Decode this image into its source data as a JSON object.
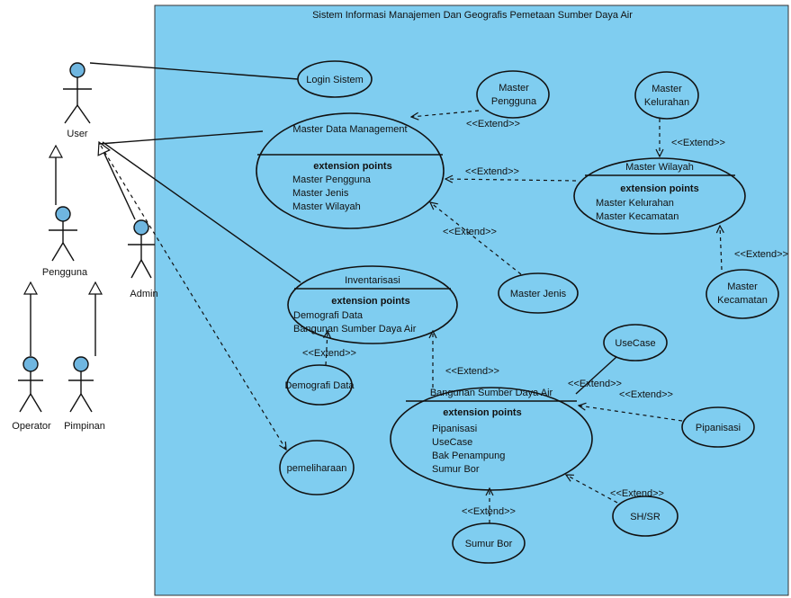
{
  "colors": {
    "system_bg": "#7fcdf0",
    "actor_head": "#6fb6e0"
  },
  "system": {
    "title": "Sistem Informasi Manajemen Dan Geografis Pemetaan Sumber Daya Air"
  },
  "actors": {
    "user": "User",
    "pengguna": "Pengguna",
    "admin": "Admin",
    "operator": "Operator",
    "pimpinan": "Pimpinan"
  },
  "extension_points_heading": "extension points",
  "extend_label": "<<Extend>>",
  "usecases": {
    "login": "Login Sistem",
    "master_data_management": {
      "name": "Master Data Management",
      "points": [
        "Master Pengguna",
        "Master Jenis",
        "Master Wilayah"
      ]
    },
    "master_pengguna": [
      "Master",
      "Pengguna"
    ],
    "master_kelurahan": [
      "Master",
      "Kelurahan"
    ],
    "master_wilayah": {
      "name": "Master Wilayah",
      "points": [
        "Master Kelurahan",
        "Master Kecamatan"
      ]
    },
    "master_kecamatan": [
      "Master",
      "Kecamatan"
    ],
    "master_jenis": "Master Jenis",
    "inventarisasi": {
      "name": "Inventarisasi",
      "points": [
        "Demografi Data",
        "Bangunan Sumber Daya Air"
      ]
    },
    "demografi_data": "Demografi Data",
    "bangunan": {
      "name": "Bangunan Sumber Daya Air",
      "points": [
        "Pipanisasi",
        "UseCase",
        "Bak Penampung",
        "Sumur Bor"
      ]
    },
    "usecase": "UseCase",
    "pipanisasi": "Pipanisasi",
    "sh_sr": "SH/SR",
    "sumur_bor": "Sumur Bor",
    "pemeliharaan": "pemeliharaan"
  }
}
